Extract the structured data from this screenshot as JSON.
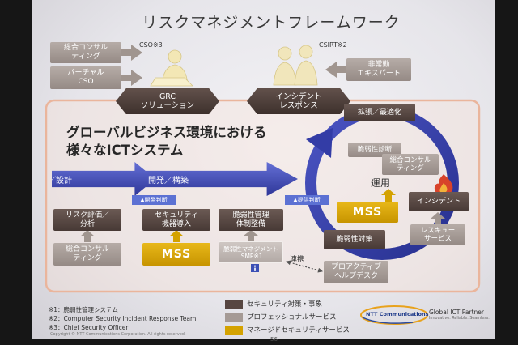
{
  "slide": {
    "title": "リスクマネジメントフレームワーク",
    "page_number": "56"
  },
  "top": {
    "consulting": {
      "lines": [
        "総合コンサル",
        "ティング"
      ]
    },
    "virtual_cso": {
      "lines": [
        "バーチャル",
        "CSO"
      ]
    },
    "cso_label": "CSO※3",
    "csirt_label": "CSIRT※2",
    "expert": {
      "lines": [
        "非常勤",
        "エキスパート"
      ]
    },
    "grc": {
      "lines": [
        "GRC",
        "ソリューション"
      ]
    },
    "incident_response": {
      "lines": [
        "インシデント",
        "レスポンス"
      ]
    }
  },
  "frame": {
    "heading": [
      "グローバルビジネス環境における",
      "様々なICTシステム"
    ],
    "phases": {
      "plan": "企画／設計",
      "build": "開発／構築"
    },
    "gates": {
      "dev": "▲開発判断",
      "provide": "▲提供判断"
    },
    "columns": [
      {
        "top": {
          "lines": [
            "リスク評価／",
            "分析"
          ]
        },
        "bottom": {
          "lines": [
            "総合コンサル",
            "ティング"
          ]
        }
      },
      {
        "top": {
          "lines": [
            "セキュリティ",
            "機器導入"
          ]
        },
        "bottom": {
          "lines": [
            "MSS"
          ]
        }
      },
      {
        "top": {
          "lines": [
            "脆弱性管理",
            "体制整備"
          ]
        },
        "bottom": {
          "lines": [
            "脆弱性マネジメント",
            "ISMP※1"
          ]
        }
      }
    ],
    "link_label": "連携",
    "helpdesk": {
      "lines": [
        "プロアクティブ",
        "ヘルプデスク"
      ]
    },
    "cycle": {
      "optimize": "拡張／最適化",
      "diagnosis": "脆弱性診断",
      "consulting": {
        "lines": [
          "総合コンサル",
          "ティング"
        ]
      },
      "operation": "運用",
      "mss": "MSS",
      "incident": "インシデント",
      "rescue": {
        "lines": [
          "レスキュー",
          "サービス"
        ]
      },
      "countermeasure": "脆弱性対策"
    }
  },
  "footnotes": [
    "※1：脆弱性管理システム",
    "※2：Computer Security Incident Response Team",
    "※3：Chief Security Officer"
  ],
  "copyright": "Copyright © NTT Communications Corporation. All rights reserved.",
  "legend": [
    {
      "label": "セキュリティ対策・事象",
      "color": "#574641"
    },
    {
      "label": "プロフェッショナルサービス",
      "color": "#a59a95"
    },
    {
      "label": "マネージドセキュリティサービス",
      "color": "#d4a200"
    }
  ],
  "branding": {
    "logo_text": "NTT Communications",
    "tagline": "Global ICT Partner",
    "subtagline": "Innovative. Reliable. Seamless."
  },
  "colors": {
    "security_event_box": "#574641",
    "professional_service_box": "#a59a95",
    "managed_service_box": "#d4a200",
    "process_arrow_blue": "#3a43b0",
    "frame_border": "#eab59c"
  },
  "icons": {
    "cso": "person-with-laptop-icon",
    "csirt": "two-people-icon",
    "incident": "flame-icon",
    "ismp": "info-icon",
    "logo": "ntt-swirl-icon"
  }
}
